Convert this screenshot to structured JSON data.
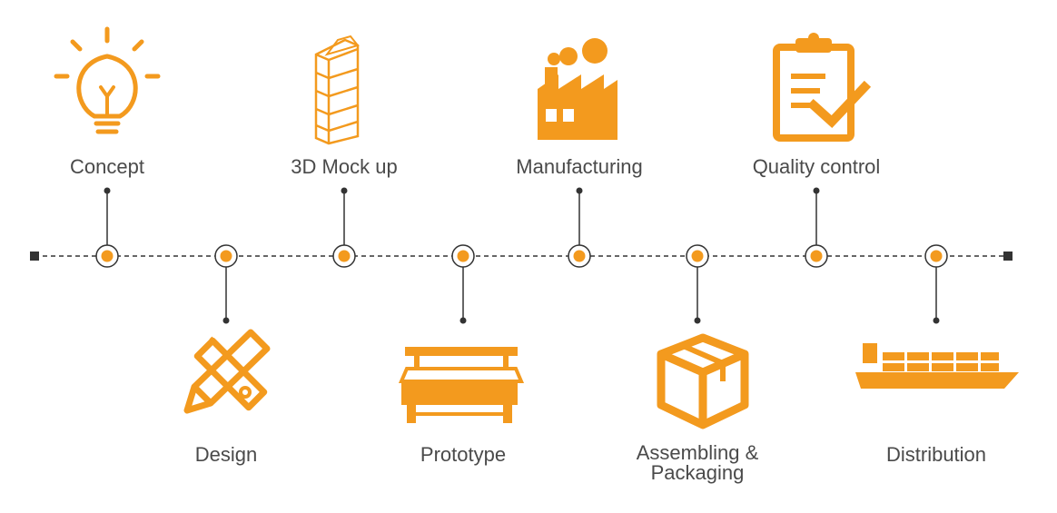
{
  "colors": {
    "accent": "#f39a1e",
    "line": "#333333",
    "text": "#4a4a4a"
  },
  "steps": [
    {
      "label": "Concept",
      "icon": "lightbulb-icon",
      "side": "top"
    },
    {
      "label": "Design",
      "icon": "ruler-pencil-icon",
      "side": "bottom"
    },
    {
      "label": "3D Mock up",
      "icon": "display-shelf-icon",
      "side": "top"
    },
    {
      "label": "Prototype",
      "icon": "cutting-machine-icon",
      "side": "bottom"
    },
    {
      "label": "Manufacturing",
      "icon": "factory-icon",
      "side": "top"
    },
    {
      "label": "Assembling &\nPackaging",
      "icon": "package-box-icon",
      "side": "bottom"
    },
    {
      "label": "Quality control",
      "icon": "clipboard-check-icon",
      "side": "top"
    },
    {
      "label": "Distribution",
      "icon": "cargo-ship-icon",
      "side": "bottom"
    }
  ]
}
